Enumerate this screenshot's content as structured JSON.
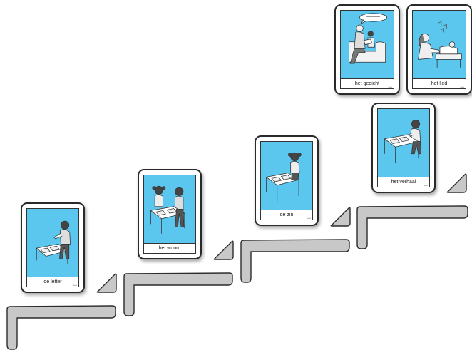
{
  "colors": {
    "card_picture_background": "#5bc6ee",
    "stair_fill": "#c8c8c8",
    "stair_outline": "#2b2b2b"
  },
  "cards": [
    {
      "id": "de-letter",
      "caption": "de letter",
      "icon": "child-at-desk-illustration"
    },
    {
      "id": "het-woord",
      "caption": "het woord",
      "icon": "two-children-at-desk-illustration"
    },
    {
      "id": "de-zin",
      "caption": "de zin",
      "icon": "child-at-desk-illustration"
    },
    {
      "id": "het-verhaal",
      "caption": "het verhaal",
      "icon": "child-at-desk-illustration"
    },
    {
      "id": "het-gedicht",
      "caption": "het gedicht",
      "icon": "man-reading-to-child-illustration"
    },
    {
      "id": "het-lied",
      "caption": "het lied",
      "icon": "woman-singing-to-baby-illustration"
    }
  ]
}
